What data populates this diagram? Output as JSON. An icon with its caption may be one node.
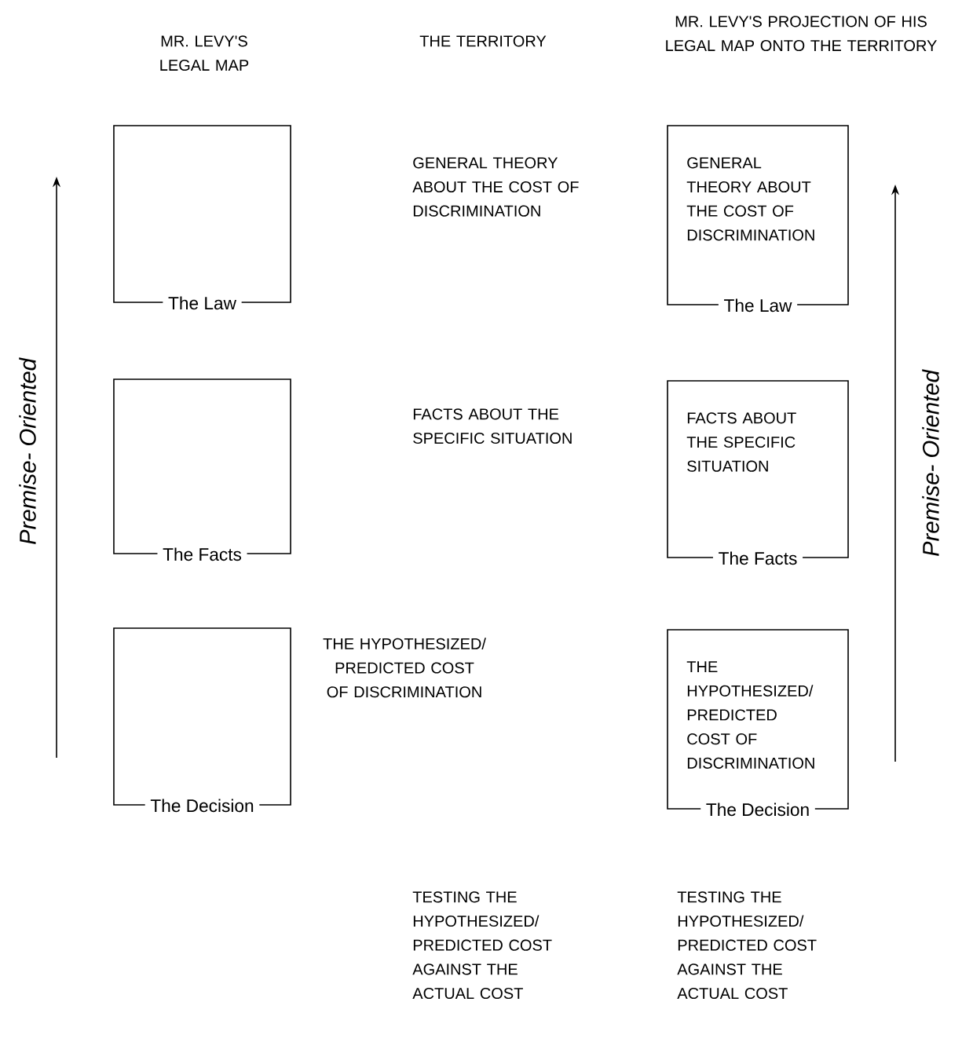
{
  "diagram": {
    "nodes": [
      {
        "text": [
          "The Law"
        ]
      },
      {
        "text": [
          "The Facts"
        ]
      },
      {
        "text": [
          "The Decision"
        ]
      },
      {
        "text": [
          "GENERAL THEORY ABOUT THE COST OF DISCRIMINATION",
          "The Law"
        ]
      },
      {
        "text": [
          "FACTS ABOUT THE SPECIFIC SITUATION",
          "The Facts"
        ]
      },
      {
        "text": [
          "THE HYPOTHESIZED/ PREDICTED COST OF DISCRIMINATION",
          "The Decision"
        ]
      }
    ],
    "labels": [
      "MR. LEVY'S LEGAL MAP",
      "THE TERRITORY",
      "MR. LEVY'S PROJECTION OF HIS LEGAL MAP ONTO THE TERRITORY",
      "Premise- Oriented",
      "GENERAL THEORY ABOUT THE COST OF DISCRIMINATION",
      "FACTS ABOUT THE SPECIFIC SITUATION",
      "THE HYPOTHESIZED/ PREDICTED COST OF DISCRIMINATION",
      "Premise- Oriented",
      "TESTING THE HYPOTHESIZED/ PREDICTED COST AGAINST THE ACTUAL COST",
      "TESTING THE HYPOTHESIZED/ PREDICTED COST AGAINST THE ACTUAL COST"
    ]
  }
}
